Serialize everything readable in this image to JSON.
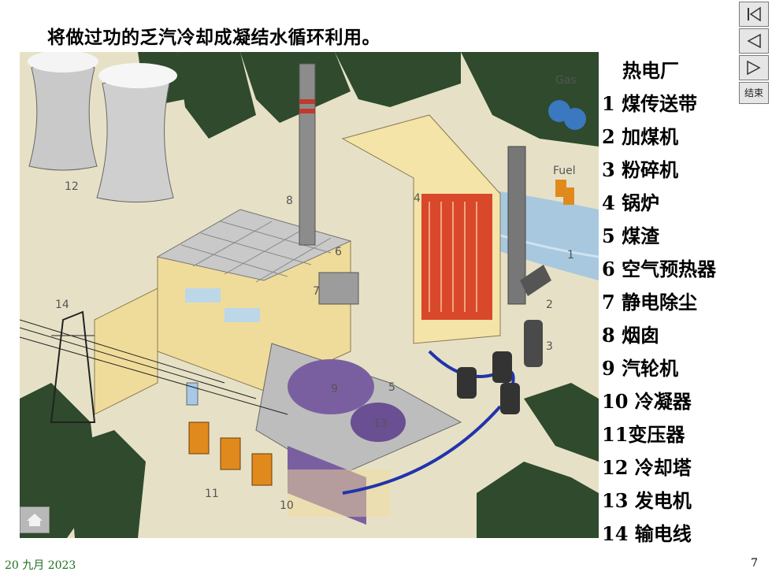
{
  "heading": "将做过功的乏汽冷却成凝结水循环利用。",
  "legend": {
    "title": "热电厂",
    "items": [
      {
        "num": "1 ",
        "label": "煤传送带"
      },
      {
        "num": "2 ",
        "label": "加煤机"
      },
      {
        "num": "3 ",
        "label": "粉碎机"
      },
      {
        "num": "4 ",
        "label": "锅炉"
      },
      {
        "num": "5 ",
        "label": "煤渣"
      },
      {
        "num": "6 ",
        "label": "空气预热器"
      },
      {
        "num": "7 ",
        "label": "静电除尘"
      },
      {
        "num": "8 ",
        "label": "烟囱"
      },
      {
        "num": "9 ",
        "label": "汽轮机"
      },
      {
        "num": "10 ",
        "label": "冷凝器"
      },
      {
        "num": "11",
        "label": "变压器"
      },
      {
        "num": "12 ",
        "label": "冷却塔"
      },
      {
        "num": "13 ",
        "label": "发电机"
      },
      {
        "num": "14 ",
        "label": "输电线"
      }
    ]
  },
  "illustration": {
    "gas_label": "Gas",
    "fuel_label": "Fuel",
    "callouts": [
      "1",
      "2",
      "3",
      "4",
      "5",
      "6",
      "7",
      "8",
      "9",
      "10",
      "11",
      "12",
      "13",
      "14"
    ]
  },
  "nav": {
    "end_label": "结束"
  },
  "footer": {
    "date": "20 九月 2023",
    "page": "7"
  },
  "colors": {
    "date": "#1e6e1e",
    "building": "#f0dc9a",
    "boiler": "#f4e4a8",
    "turbine": "#7a5fa0",
    "pipe": "#2233aa",
    "water": "#8fb9d8",
    "trees": "#2f4a2c"
  }
}
